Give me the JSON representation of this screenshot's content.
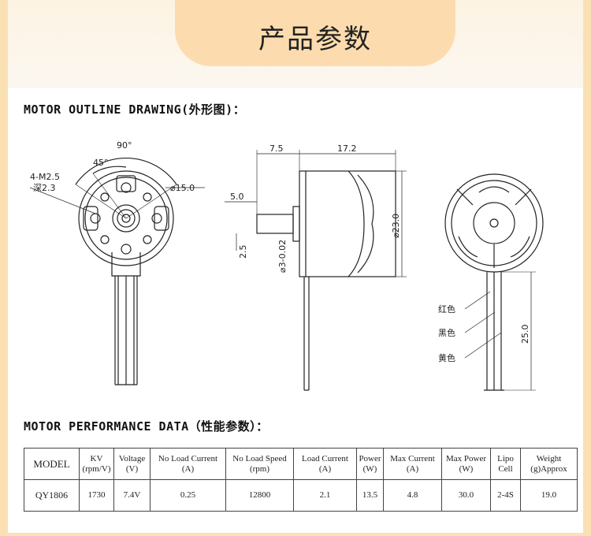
{
  "page": {
    "title": "产品参数"
  },
  "outline": {
    "heading": "MOTOR OUTLINE DRAWING(外形图)：",
    "dims": {
      "angle_90": "90°",
      "angle_45": "45°",
      "holes": "4-M2.5",
      "depth": "深2.3",
      "dia_15": "⌀15.0",
      "len_75": "7.5",
      "len_172": "17.2",
      "shaft_50": "5.0",
      "shaft_25": "2.5",
      "shaft_dia": "⌀3-0.02",
      "dia_23": "⌀23.0",
      "lead_25": "25.0"
    },
    "wires": {
      "red": "红色",
      "black": "黑色",
      "yellow": "黄色"
    }
  },
  "performance": {
    "heading": "MOTOR PERFORMANCE DATA（性能参数）：",
    "columns": [
      {
        "l1": "MODEL",
        "l2": ""
      },
      {
        "l1": "KV",
        "l2": "(rpm/V)"
      },
      {
        "l1": "Voltage",
        "l2": "(V)"
      },
      {
        "l1": "No Load Current",
        "l2": "(A)"
      },
      {
        "l1": "No Load Speed",
        "l2": "(rpm)"
      },
      {
        "l1": "Load Current",
        "l2": "(A)"
      },
      {
        "l1": "Power",
        "l2": "(W)"
      },
      {
        "l1": "Max Current",
        "l2": "(A)"
      },
      {
        "l1": "Max Power",
        "l2": "(W)"
      },
      {
        "l1": "Lipo",
        "l2": "Cell"
      },
      {
        "l1": "Weight",
        "l2": "(g)Approx"
      }
    ],
    "rows": [
      [
        "QY1806",
        "1730",
        "7.4V",
        "0.25",
        "12800",
        "2.1",
        "13.5",
        "4.8",
        "30.0",
        "2-4S",
        "19.0"
      ]
    ]
  }
}
